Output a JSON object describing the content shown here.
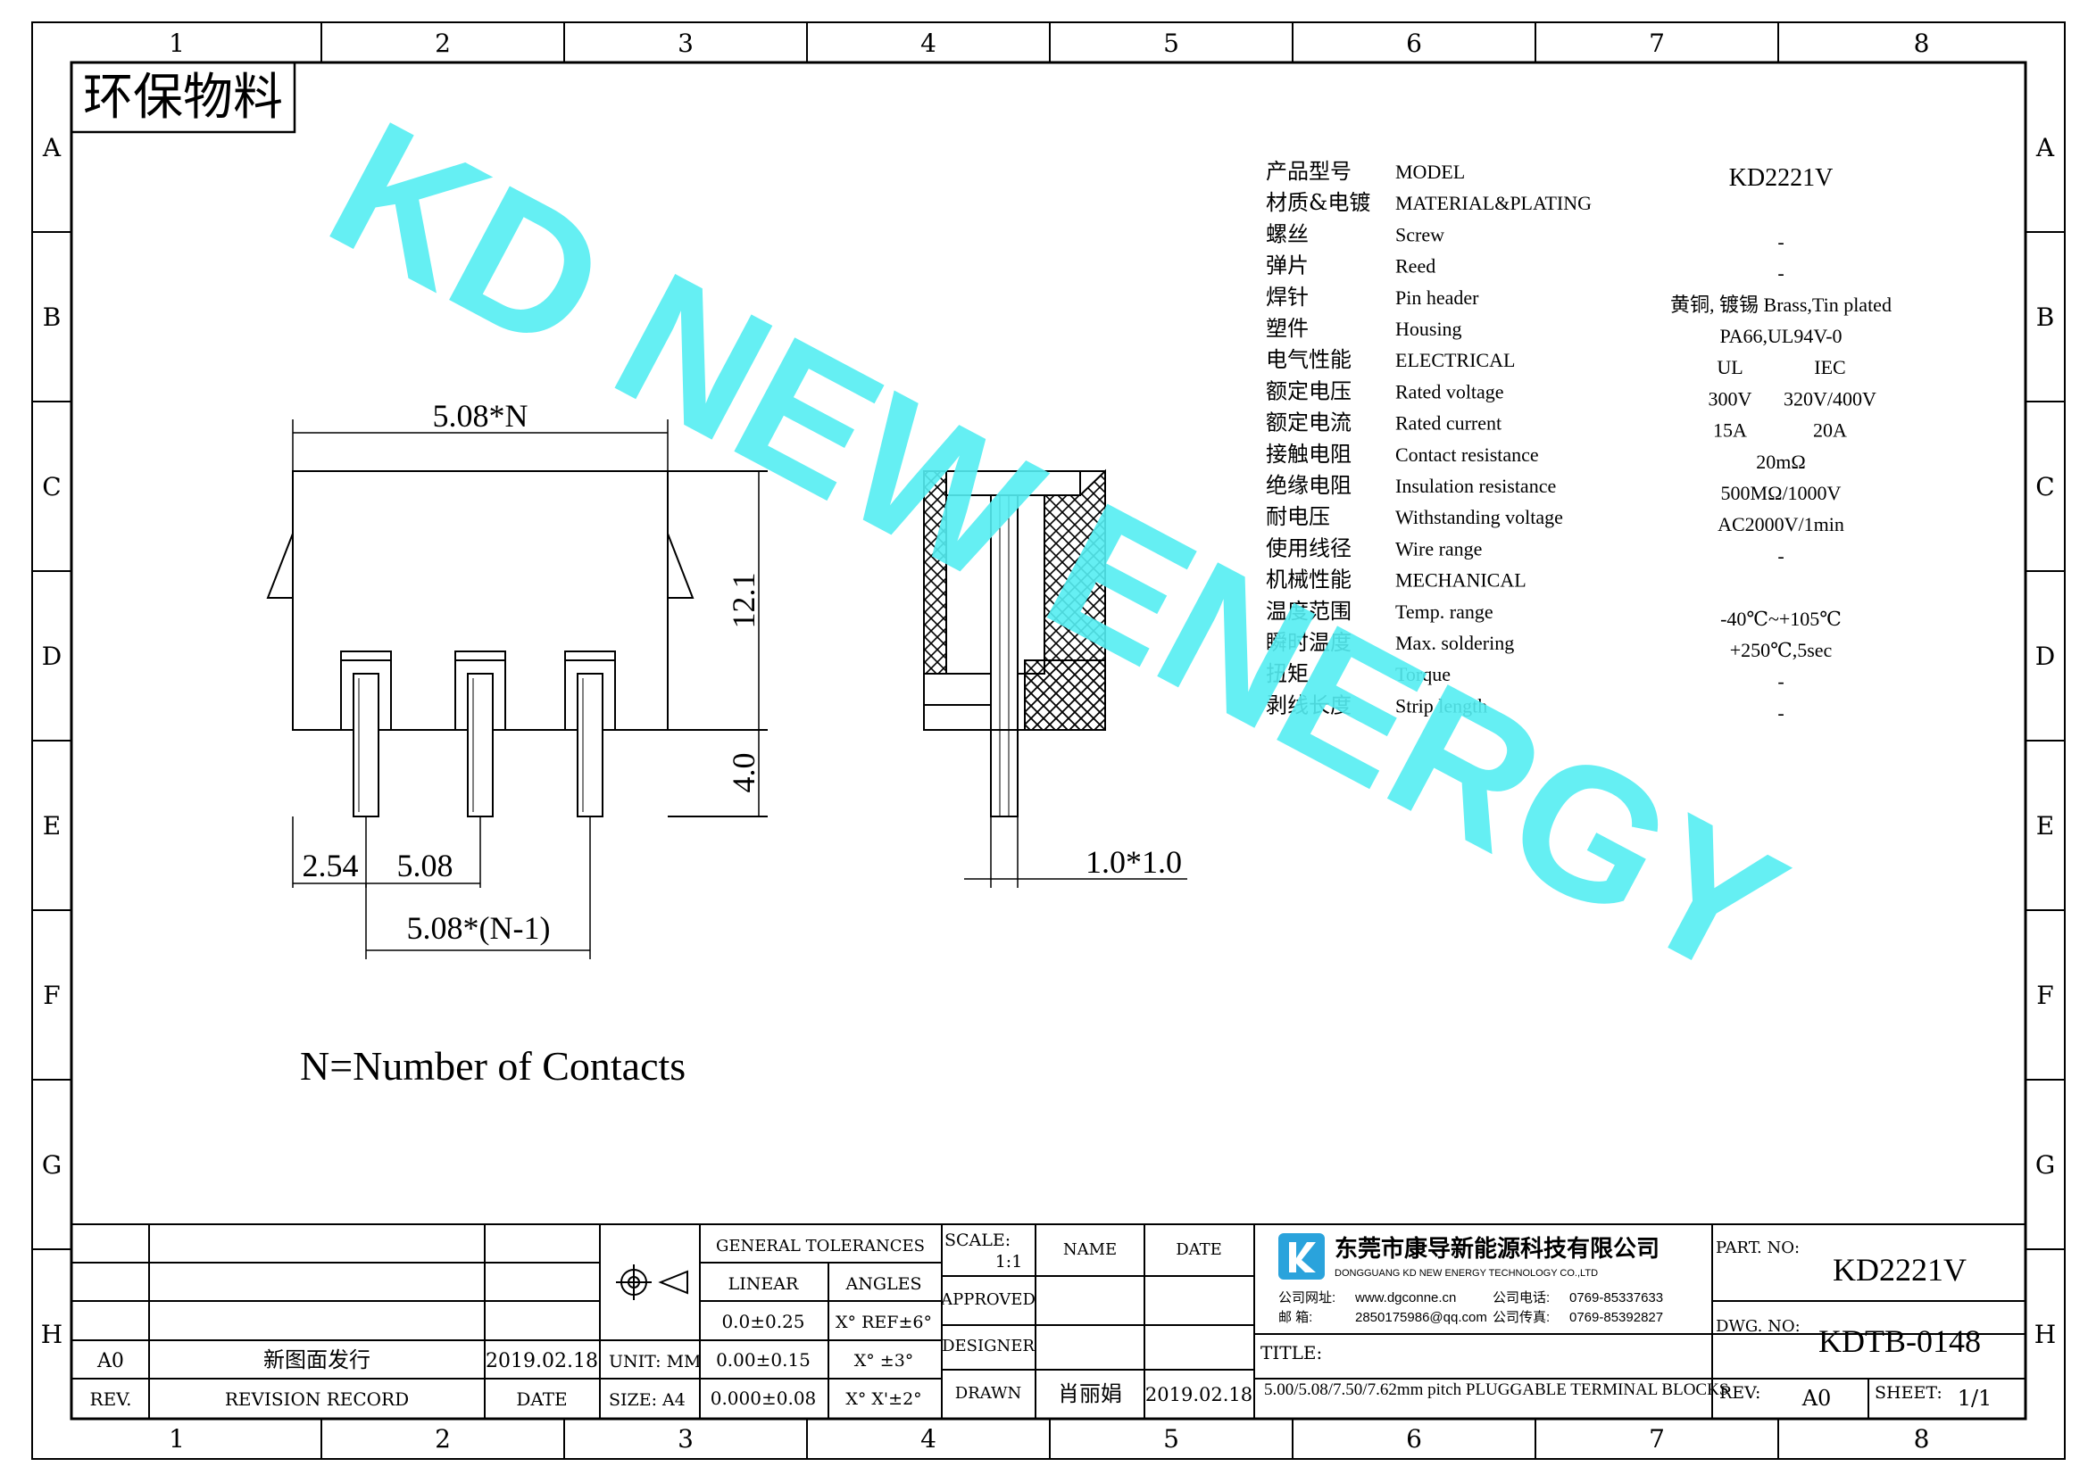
{
  "doc": {
    "eco_label": "环保物料",
    "col_labels": [
      "1",
      "2",
      "3",
      "4",
      "5",
      "6",
      "7",
      "8"
    ],
    "row_labels": [
      "A",
      "B",
      "C",
      "D",
      "E",
      "F",
      "G",
      "H"
    ],
    "watermark": "KD NEW ENERGY",
    "note": "N=Number of Contacts",
    "brand_color": "#2aa3dc",
    "watermark_color": "#55eef2"
  },
  "dims": {
    "pitch_total": "5.08*N",
    "height": "12.1",
    "pin_len": "4.0",
    "first_pin": "2.54",
    "pitch": "5.08",
    "pitch_n1": "5.08*(N-1)",
    "pin_size": "1.0*1.0"
  },
  "specs": [
    {
      "cn": "产品型号",
      "en": "MODEL",
      "v1": "KD2221V",
      "v2": ""
    },
    {
      "cn": "材质&电镀",
      "en": "MATERIAL&PLATING",
      "v1": "",
      "v2": ""
    },
    {
      "cn": "螺丝",
      "en": "Screw",
      "v1": "-",
      "v2": ""
    },
    {
      "cn": "弹片",
      "en": "Reed",
      "v1": "-",
      "v2": ""
    },
    {
      "cn": "焊针",
      "en": "Pin header",
      "v1": "黄铜, 镀锡 Brass,Tin plated",
      "v2": ""
    },
    {
      "cn": "塑件",
      "en": "Housing",
      "v1": "PA66,UL94V-0",
      "v2": ""
    },
    {
      "cn": "电气性能",
      "en": "ELECTRICAL",
      "v1": "UL",
      "v2": "IEC"
    },
    {
      "cn": "额定电压",
      "en": "Rated voltage",
      "v1": "300V",
      "v2": "320V/400V"
    },
    {
      "cn": "额定电流",
      "en": "Rated current",
      "v1": "15A",
      "v2": "20A"
    },
    {
      "cn": "接触电阻",
      "en": "Contact resistance",
      "v1": "20mΩ",
      "v2": ""
    },
    {
      "cn": "绝缘电阻",
      "en": "Insulation resistance",
      "v1": "500MΩ/1000V",
      "v2": ""
    },
    {
      "cn": "耐电压",
      "en": "Withstanding voltage",
      "v1": "AC2000V/1min",
      "v2": ""
    },
    {
      "cn": "使用线径",
      "en": "Wire range",
      "v1": "-",
      "v2": ""
    },
    {
      "cn": "机械性能",
      "en": "MECHANICAL",
      "v1": "",
      "v2": ""
    },
    {
      "cn": "温度范围",
      "en": "Temp. range",
      "v1": "-40℃~+105℃",
      "v2": ""
    },
    {
      "cn": "瞬时温度",
      "en": "Max. soldering",
      "v1": "+250℃,5sec",
      "v2": ""
    },
    {
      "cn": "扭矩",
      "en": "Torque",
      "v1": "-",
      "v2": ""
    },
    {
      "cn": "剥线长度",
      "en": "Strip length",
      "v1": "-",
      "v2": ""
    }
  ],
  "title_block": {
    "rev_row": {
      "rev": "A0",
      "record": "新图面发行",
      "date": "2019.02.18"
    },
    "rev_head": {
      "rev": "REV.",
      "record": "REVISION RECORD",
      "date": "DATE"
    },
    "unit": "UNIT: MM",
    "size": "SIZE: A4",
    "gen_tol": "GENERAL TOLERANCES",
    "linear": "LINEAR",
    "angles": "ANGLES",
    "tol_lin": [
      "0.0±0.25",
      "0.00±0.15",
      "0.000±0.08"
    ],
    "tol_ang": [
      "X° REF±6°",
      "X° ±3°",
      "X° X'±2°"
    ],
    "scale_label": "SCALE:",
    "scale": "1:1",
    "name_h": "NAME",
    "date_h": "DATE",
    "approved": "APPROVED",
    "designer": "DESIGNER",
    "drawn": "DRAWN",
    "drawn_name": "肖丽娟",
    "drawn_date": "2019.02.18",
    "company_cn": "东莞市康导新能源科技有限公司",
    "company_en": "DONGGUANG KD NEW ENERGY TECHNOLOGY CO.,LTD",
    "web_l": "公司网址:",
    "web": "www.dgconne.cn",
    "tel_l": "公司电话:",
    "tel": "0769-85337633",
    "mail_l": "邮  箱:",
    "mail": "2850175986@qq.com",
    "fax_l": "公司传真:",
    "fax": "0769-85392827",
    "title_l": "TITLE:",
    "title": "5.00/5.08/7.50/7.62mm pitch PLUGGABLE TERMINAL BLOCKS",
    "part_l": "PART. NO:",
    "part": "KD2221V",
    "dwg_l": "DWG. NO:",
    "dwg": "KDTB-0148",
    "rev_l": "REV:",
    "rev": "A0",
    "sheet_l": "SHEET:",
    "sheet": "1/1"
  }
}
